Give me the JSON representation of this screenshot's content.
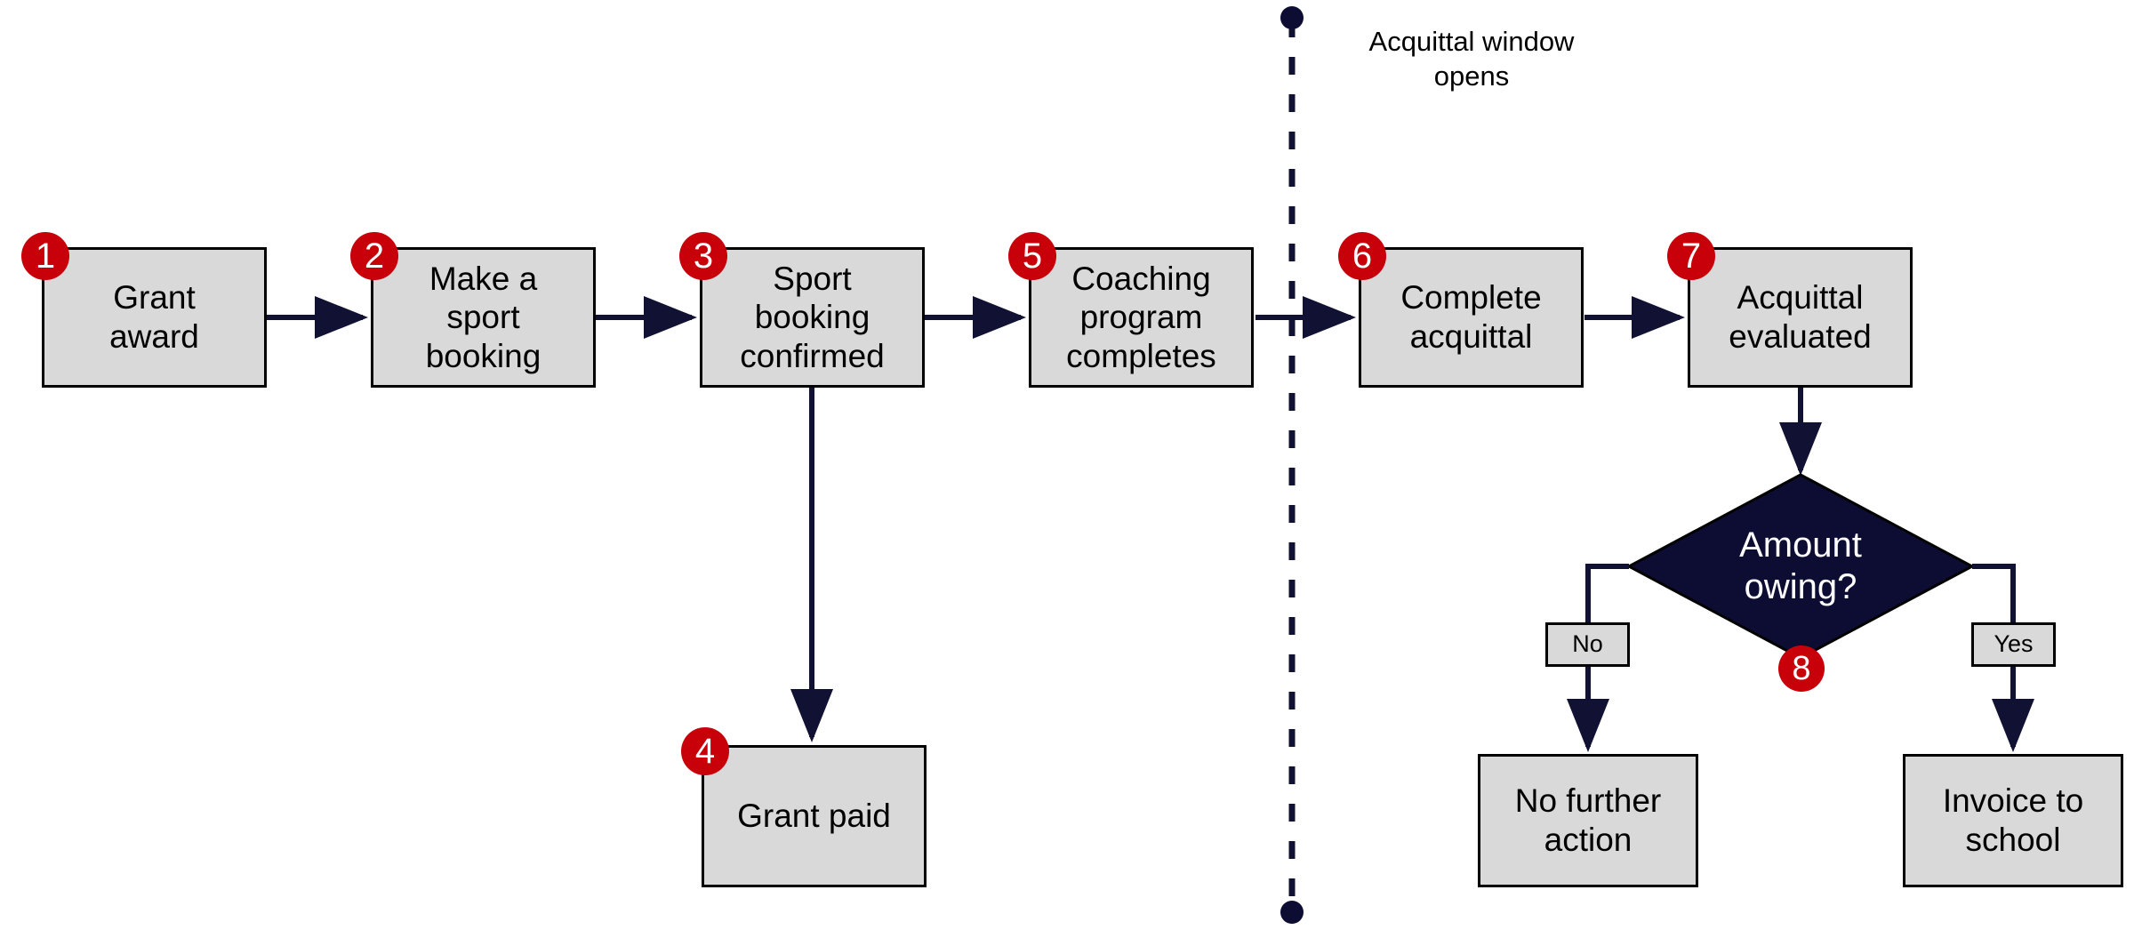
{
  "diagram": {
    "title_annotation": {
      "text": "Acquittal window\nopens",
      "name": "acquittal-window-opens-annotation"
    },
    "colors": {
      "node_fill": "#d9d9d9",
      "node_border": "#000000",
      "connector": "#111133",
      "badge": "#c8000a",
      "diamond_fill": "#0d0d33",
      "diamond_text": "#ffffff",
      "background": "#ffffff"
    },
    "nodes": [
      {
        "id": "grant-award",
        "badge": "1",
        "label": "Grant\naward"
      },
      {
        "id": "make-a-sport-booking",
        "badge": "2",
        "label": "Make a\nsport\nbooking"
      },
      {
        "id": "sport-booking-confirmed",
        "badge": "3",
        "label": "Sport\nbooking\nconfirmed"
      },
      {
        "id": "grant-paid",
        "badge": "4",
        "label": "Grant paid"
      },
      {
        "id": "coaching-program-completes",
        "badge": "5",
        "label": "Coaching\nprogram\ncompletes"
      },
      {
        "id": "complete-acquittal",
        "badge": "6",
        "label": "Complete\nacquittal"
      },
      {
        "id": "acquittal-evaluated",
        "badge": "7",
        "label": "Acquittal\nevaluated"
      },
      {
        "id": "amount-owing",
        "badge": "8",
        "label": "Amount\nowing?"
      },
      {
        "id": "no-further-action",
        "badge": "",
        "label": "No further\naction"
      },
      {
        "id": "invoice-to-school",
        "badge": "",
        "label": "Invoice to\nschool"
      }
    ],
    "branch_labels": [
      {
        "id": "branch-no",
        "label": "No"
      },
      {
        "id": "branch-yes",
        "label": "Yes"
      }
    ]
  }
}
